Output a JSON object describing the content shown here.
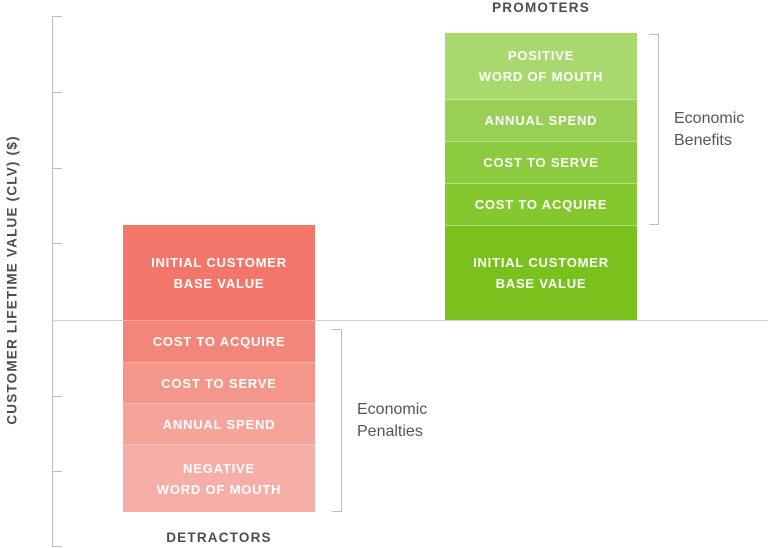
{
  "y_axis_label": "CUSTOMER LIFETIME VALUE (CLV) ($)",
  "promoters": {
    "label": "PROMOTERS",
    "segments": [
      {
        "line1": "POSITIVE",
        "line2": "WORD OF MOUTH",
        "color": "#a9d86e"
      },
      {
        "line1": "ANNUAL SPEND",
        "line2": "",
        "color": "#98d055"
      },
      {
        "line1": "COST TO SERVE",
        "line2": "",
        "color": "#8ccb3f"
      },
      {
        "line1": "COST TO ACQUIRE",
        "line2": "",
        "color": "#84c72e"
      },
      {
        "line1": "INITIAL CUSTOMER",
        "line2": "BASE VALUE",
        "color": "#79c11d"
      }
    ],
    "bracket_label": {
      "line1": "Economic",
      "line2": "Benefits"
    }
  },
  "detractors": {
    "label": "DETRACTORS",
    "segments": [
      {
        "line1": "INITIAL CUSTOMER",
        "line2": "BASE VALUE",
        "color": "#f2766a"
      },
      {
        "line1": "COST TO ACQUIRE",
        "line2": "",
        "color": "#f3867a"
      },
      {
        "line1": "COST TO SERVE",
        "line2": "",
        "color": "#f5968c"
      },
      {
        "line1": "ANNUAL SPEND",
        "line2": "",
        "color": "#f6a39a"
      },
      {
        "line1": "NEGATIVE",
        "line2": "WORD OF MOUTH",
        "color": "#f7aea6"
      }
    ],
    "bracket_label": {
      "line1": "Economic",
      "line2": "Penalties"
    }
  }
}
